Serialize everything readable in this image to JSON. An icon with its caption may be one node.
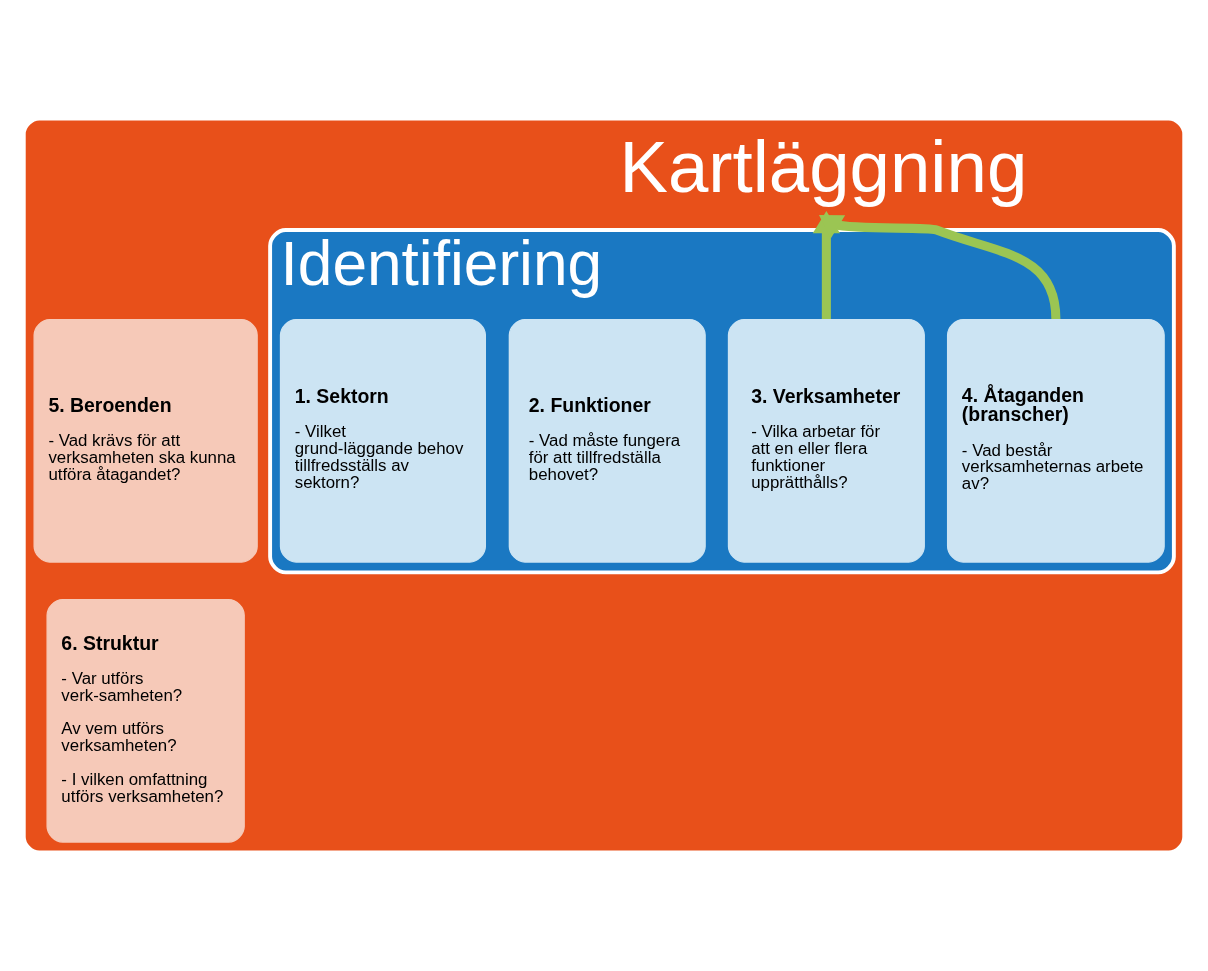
{
  "diagram": {
    "nodes": [
      {
        "text": [],
        "shape": "box"
      },
      {
        "text": [
          "Kartläggning"
        ],
        "in": 0
      },
      {
        "text": [
          "5. Beroenden",
          "- Vad krävs för att verksamheten ska kunna utföra åtagandet?"
        ],
        "in": 0
      },
      {
        "text": [
          "6. Struktur",
          "- Var utförs verk-samheten?",
          "Av vem utförs verksamheten?",
          "- I vilken omfattning utförs verksamheten?"
        ],
        "in": 0
      },
      {
        "text": [
          "Identifiering"
        ],
        "in": 0
      },
      {
        "text": [
          "1. Sektorn",
          "- Vilket grund-läggande behov tillfredsställs av sektorn?"
        ],
        "in": 4
      },
      {
        "text": [
          "2. Funktioner",
          "- Vad måste fungera för att tillfredställa behovet?"
        ],
        "in": 4
      },
      {
        "text": [
          "3. Verksamheter",
          "- Vilka arbetar för att en eller flera funktioner upprätthålls?"
        ],
        "in": 4
      },
      {
        "text": [
          "4. Åtaganden (branscher)",
          "- Vad består verksamheternas arbete av?"
        ],
        "in": 4
      }
    ],
    "edges": [
      {
        "from": 7,
        "to": 1,
        "arrow": "to",
        "color": "#9bc553"
      },
      {
        "from": 8,
        "to": 1,
        "arrow": "to",
        "color": "#9bc553"
      }
    ]
  }
}
